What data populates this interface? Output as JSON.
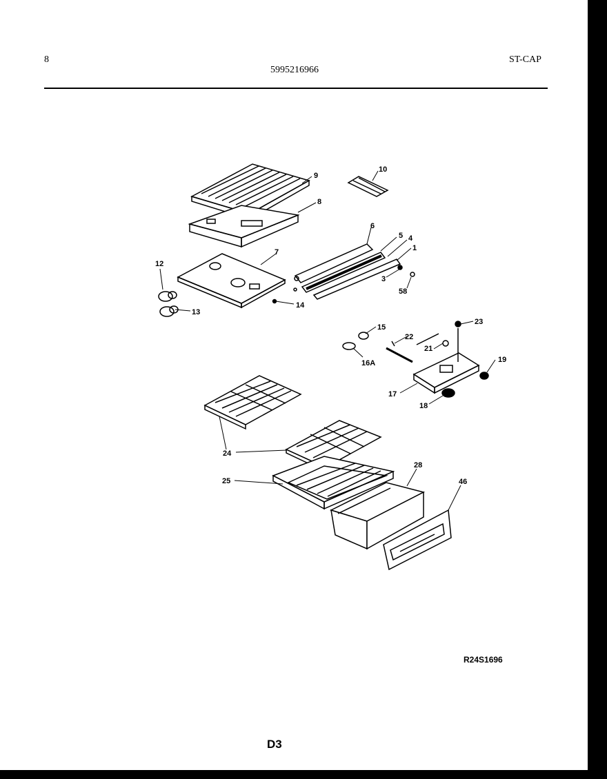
{
  "header": {
    "page_number": "8",
    "part_number": "5995216966",
    "section": "ST-CAP"
  },
  "diagram": {
    "drawing_code": "R24S1696",
    "page_code": "D3",
    "callouts": [
      "9",
      "10",
      "8",
      "6",
      "5",
      "4",
      "1",
      "7",
      "12",
      "3",
      "58",
      "14",
      "13",
      "15",
      "22",
      "23",
      "21",
      "16A",
      "19",
      "17",
      "18",
      "24",
      "25",
      "28",
      "46"
    ]
  }
}
